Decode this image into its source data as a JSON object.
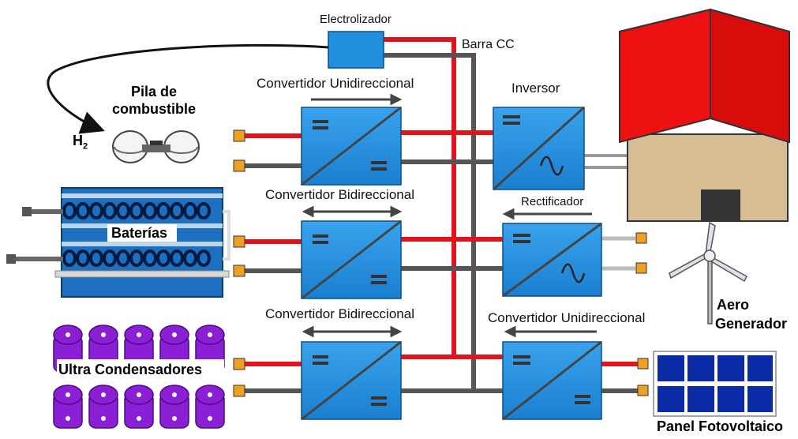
{
  "labels": {
    "electrolizador": "Electrolizador",
    "barra_cc": "Barra CC",
    "pila_line1": "Pila de",
    "pila_line2": "combustible",
    "h2_main": "H",
    "h2_sub": "2",
    "conv_unidireccional_top": "Convertidor Unidireccional",
    "inversor": "Inversor",
    "conv_bidireccional_mid": "Convertidor Bidireccional",
    "rectificador": "Rectificador",
    "baterias": "Baterías",
    "conv_bidireccional_bottom": "Convertidor Bidireccional",
    "conv_unidireccional_bottom": "Convertidor Unidireccional",
    "ultra_condensadores": "Ultra Condensadores",
    "aero_line1": "Aero",
    "aero_line2": "Generador",
    "panel_fotovoltaico": "Panel Fotovoltaico"
  },
  "colors": {
    "converter_blue": "#1f8fde",
    "dc_positive": "#e0141c",
    "dc_negative": "#555555",
    "roof_red": "#ee1111",
    "wall_tan": "#d6bd94",
    "solar_blue": "#0a2aa6",
    "capacitor_purple": "#8a1fd6",
    "terminal_orange": "#f0a020"
  }
}
